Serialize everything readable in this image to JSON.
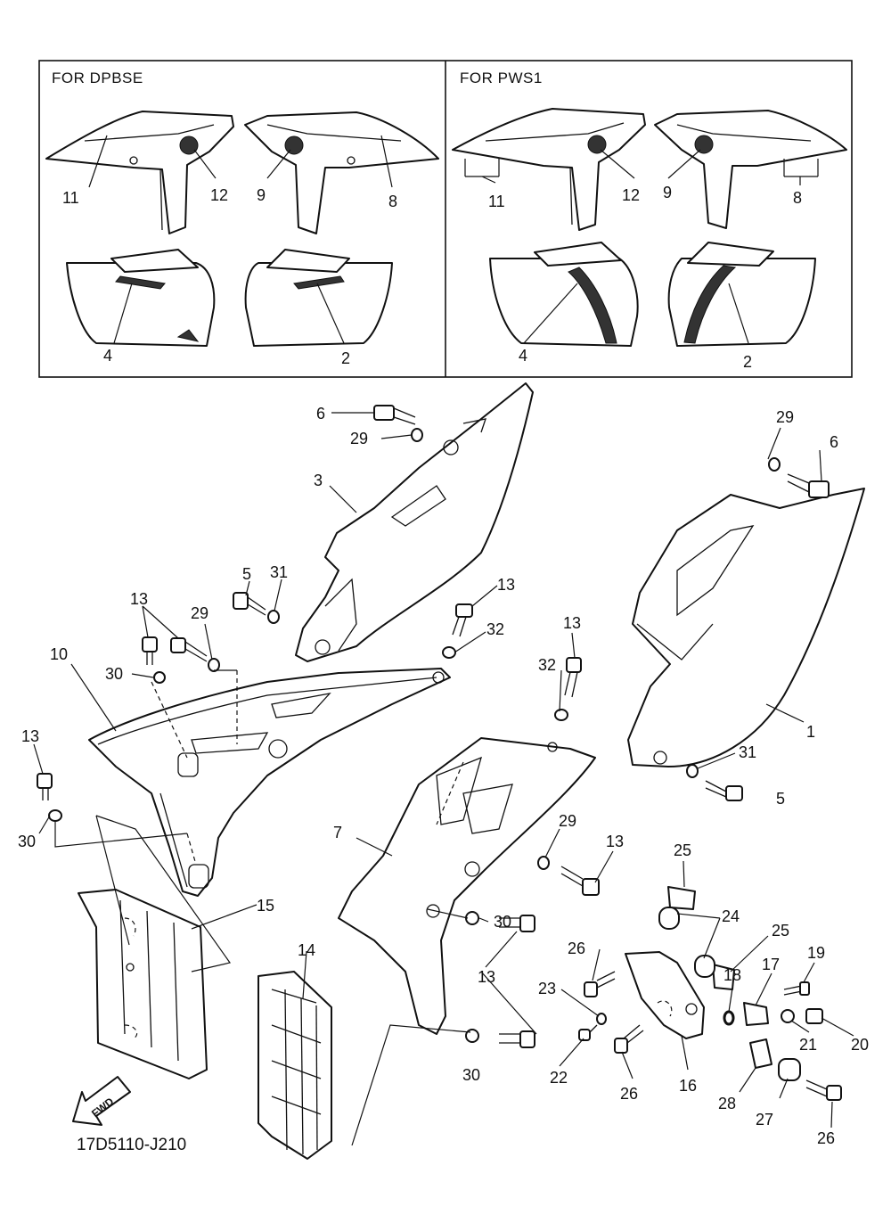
{
  "insets": [
    {
      "label": "FOR DPBSE"
    },
    {
      "label": "FOR PWS1"
    }
  ],
  "fwd_label": "FWD",
  "diagram_code": "17D5110-J210",
  "callouts": [
    "1",
    "2",
    "3",
    "4",
    "5",
    "6",
    "7",
    "8",
    "9",
    "10",
    "11",
    "12",
    "13",
    "14",
    "15",
    "16",
    "17",
    "18",
    "19",
    "20",
    "21",
    "22",
    "23",
    "24",
    "25",
    "26",
    "27",
    "28",
    "29",
    "30",
    "31",
    "32"
  ]
}
